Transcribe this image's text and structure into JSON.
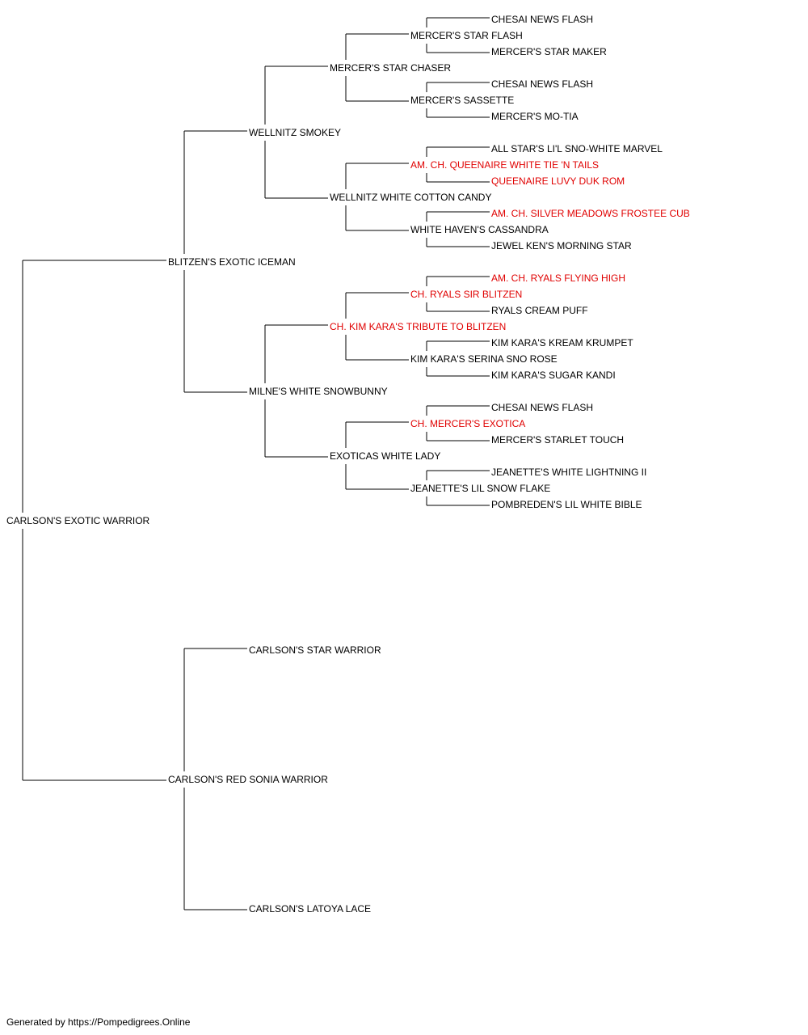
{
  "colors": {
    "champion": "#e00000",
    "normal": "#000000",
    "line": "#000000"
  },
  "pedigree": {
    "name": "CARLSON'S EXOTIC WARRIOR",
    "champion": false,
    "sire": {
      "name": "BLITZEN'S EXOTIC ICEMAN",
      "champion": false,
      "sire": {
        "name": "WELLNITZ SMOKEY",
        "champion": false,
        "sire": {
          "name": "MERCER'S STAR CHASER",
          "champion": false,
          "sire": {
            "name": "MERCER'S STAR FLASH",
            "champion": false,
            "sire": {
              "name": "CHESAI NEWS FLASH",
              "champion": false
            },
            "dam": {
              "name": "MERCER'S STAR MAKER",
              "champion": false
            }
          },
          "dam": {
            "name": "MERCER'S SASSETTE",
            "champion": false,
            "sire": {
              "name": "CHESAI NEWS FLASH",
              "champion": false
            },
            "dam": {
              "name": "MERCER'S MO-TIA",
              "champion": false
            }
          }
        },
        "dam": {
          "name": "WELLNITZ WHITE COTTON CANDY",
          "champion": false,
          "sire": {
            "name": "AM. CH. QUEENAIRE WHITE TIE 'N TAILS",
            "champion": true,
            "sire": {
              "name": "ALL STAR'S LI'L SNO-WHITE MARVEL",
              "champion": false
            },
            "dam": {
              "name": "QUEENAIRE LUVY DUK ROM",
              "champion": true
            }
          },
          "dam": {
            "name": "WHITE HAVEN'S CASSANDRA",
            "champion": false,
            "sire": {
              "name": "AM. CH. SILVER MEADOWS FROSTEE CUB",
              "champion": true
            },
            "dam": {
              "name": "JEWEL KEN'S MORNING STAR",
              "champion": false
            }
          }
        }
      },
      "dam": {
        "name": "MILNE'S WHITE SNOWBUNNY",
        "champion": false,
        "sire": {
          "name": "CH. KIM KARA'S TRIBUTE TO BLITZEN",
          "champion": true,
          "sire": {
            "name": "CH. RYALS SIR BLITZEN",
            "champion": true,
            "sire": {
              "name": "AM. CH. RYALS FLYING HIGH",
              "champion": true
            },
            "dam": {
              "name": "RYALS CREAM PUFF",
              "champion": false
            }
          },
          "dam": {
            "name": "KIM KARA'S SERINA SNO ROSE",
            "champion": false,
            "sire": {
              "name": "KIM KARA'S KREAM KRUMPET",
              "champion": false
            },
            "dam": {
              "name": "KIM KARA'S SUGAR KANDI",
              "champion": false
            }
          }
        },
        "dam": {
          "name": "EXOTICAS WHITE LADY",
          "champion": false,
          "sire": {
            "name": "CH. MERCER'S EXOTICA",
            "champion": true,
            "sire": {
              "name": "CHESAI NEWS FLASH",
              "champion": false
            },
            "dam": {
              "name": "MERCER'S STARLET TOUCH",
              "champion": false
            }
          },
          "dam": {
            "name": "JEANETTE'S LIL SNOW FLAKE",
            "champion": false,
            "sire": {
              "name": "JEANETTE'S WHITE LIGHTNING II",
              "champion": false
            },
            "dam": {
              "name": "POMBREDEN'S LIL WHITE BIBLE",
              "champion": false
            }
          }
        }
      }
    },
    "dam": {
      "name": "CARLSON'S RED SONIA WARRIOR",
      "champion": false,
      "sire": {
        "name": "CARLSON'S STAR WARRIOR",
        "champion": false
      },
      "dam": {
        "name": "CARLSON'S LATOYA LACE",
        "champion": false
      }
    }
  },
  "footer": "Generated by https://Pompedigrees.Online"
}
